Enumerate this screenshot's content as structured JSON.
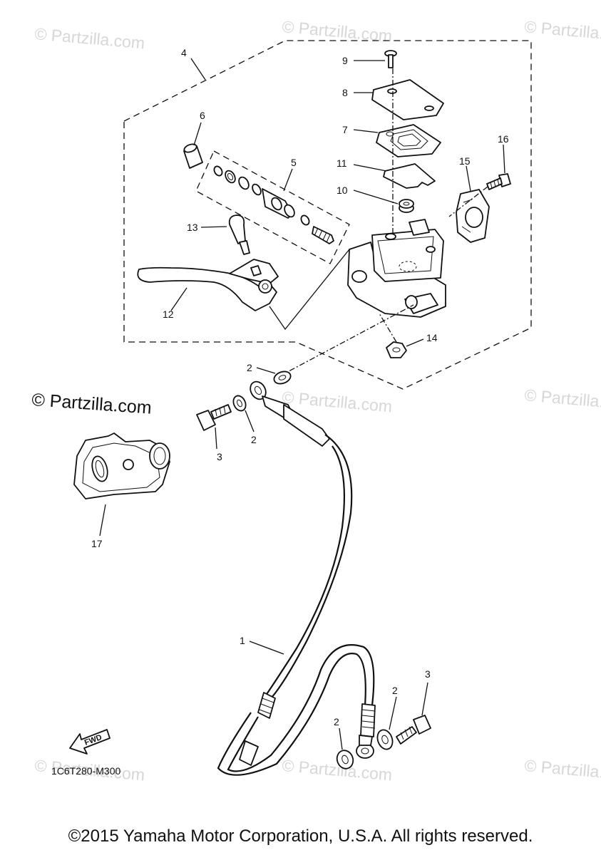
{
  "watermark_text": "© Partzilla.com",
  "watermark_logo_text": "© Partzilla.com",
  "diagram_code": "1C6T280-M300",
  "fwd_label": "FWD",
  "copyright": "©2015 Yamaha Motor Corporation, U.S.A. All rights reserved.",
  "callouts": {
    "c1": "1",
    "c2a": "2",
    "c2b": "2",
    "c2c": "2",
    "c2d": "2",
    "c3a": "3",
    "c3b": "3",
    "c4": "4",
    "c5": "5",
    "c6": "6",
    "c7": "7",
    "c8": "8",
    "c9": "9",
    "c10": "10",
    "c11": "11",
    "c12": "12",
    "c13": "13",
    "c14": "14",
    "c15": "15",
    "c16": "16",
    "c17": "17"
  }
}
